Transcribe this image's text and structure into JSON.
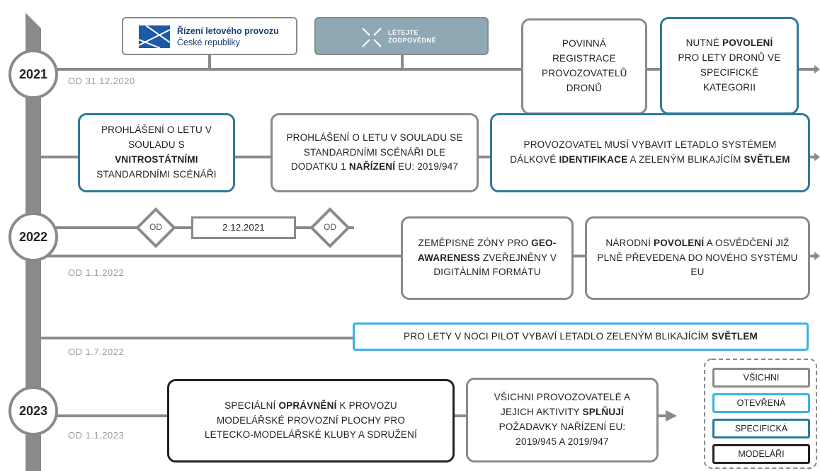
{
  "logos": {
    "rlp_line1": "Řízení letového provozu",
    "rlp_line2": "České republiky",
    "fly_line1": "LÉTEJTE",
    "fly_line2": "ZODPOVĚDNĚ"
  },
  "years": {
    "y2021": "2021",
    "y2022": "2022",
    "y2023": "2023"
  },
  "dates": {
    "d1": "OD 31.12.2020",
    "d2": "OD 1.1.2022",
    "d3": "OD 1.7.2022",
    "d4": "OD 1.1.2023",
    "mid": "2.12.2021",
    "od_left": "OD",
    "od_right": "OD"
  },
  "boxes": {
    "b1_text": "POVINNÁ REGISTRACE PROVOZOVATELŮ DRONŮ",
    "b2_pre": "NUTNÉ ",
    "b2_bold": "POVOLENÍ",
    "b2_post": " PRO LETY DRONŮ VE SPECIFICKÉ KATEGORII",
    "b3_pre": "PROHLÁŠENÍ O LETU V SOULADU S ",
    "b3_bold": "VNITROSTÁTNÍMI",
    "b3_post": " STANDARDNÍMI SCÉNÁŘI",
    "b4_pre": "PROHLÁŠENÍ O LETU V SOULADU SE STANDARDNÍMI SCÉNÁŘI DLE DODATKU 1 ",
    "b4_bold": "NAŘÍZENÍ",
    "b4_post": " EU: 2019/947",
    "b5_pre": "PROVOZOVATEL MUSÍ VYBAVIT LETADLO SYSTÉMEM DÁLKOVÉ ",
    "b5_bold": "IDENTIFIKACE",
    "b5_mid": " A ZELENÝM BLIKAJÍCÍM ",
    "b5_bold2": "SVĚTLEM",
    "b6_pre": "ZEMĚPISNÉ ZÓNY PRO ",
    "b6_bold": "GEO-AWARENESS",
    "b6_post": " ZVEŘEJNĚNY V DIGITÁLNÍM FORMÁTU",
    "b7_pre": "NÁRODNÍ ",
    "b7_bold": "POVOLENÍ",
    "b7_post": " A OSVĚDČENÍ JIŽ PLNĚ PŘEVEDENA DO NOVÉHO SYSTÉMU EU",
    "b8_pre": "PRO LETY V NOCI PILOT VYBAVÍ LETADLO ZELENÝM BLIKAJÍCÍM ",
    "b8_bold": "SVĚTLEM",
    "b9_pre": "SPECIÁLNÍ ",
    "b9_bold": "OPRÁVNĚNÍ",
    "b9_post": " K PROVOZU MODELÁŘSKÉ PROVOZNÍ PLOCHY PRO LETECKO-MODELÁŘSKÉ KLUBY A SDRUŽENÍ",
    "b10_pre": "VŠICHNI PROVOZOVATELÉ A JEJICH AKTIVITY ",
    "b10_bold": "SPLŇUJÍ",
    "b10_post": " POŽADAVKY NAŘÍZENÍ EU: 2019/945 A 2019/947"
  },
  "legend": {
    "all": "VŠICHNI",
    "open": "OTEVŘENÁ",
    "specific": "SPECIFICKÁ",
    "modelers": "MODELÁŘI"
  },
  "colors": {
    "gray": "#8a8a8a",
    "teal": "#2e7a9a",
    "cyan": "#39b3e6",
    "black": "#222222",
    "logo_bg": "#8fa9b4"
  }
}
